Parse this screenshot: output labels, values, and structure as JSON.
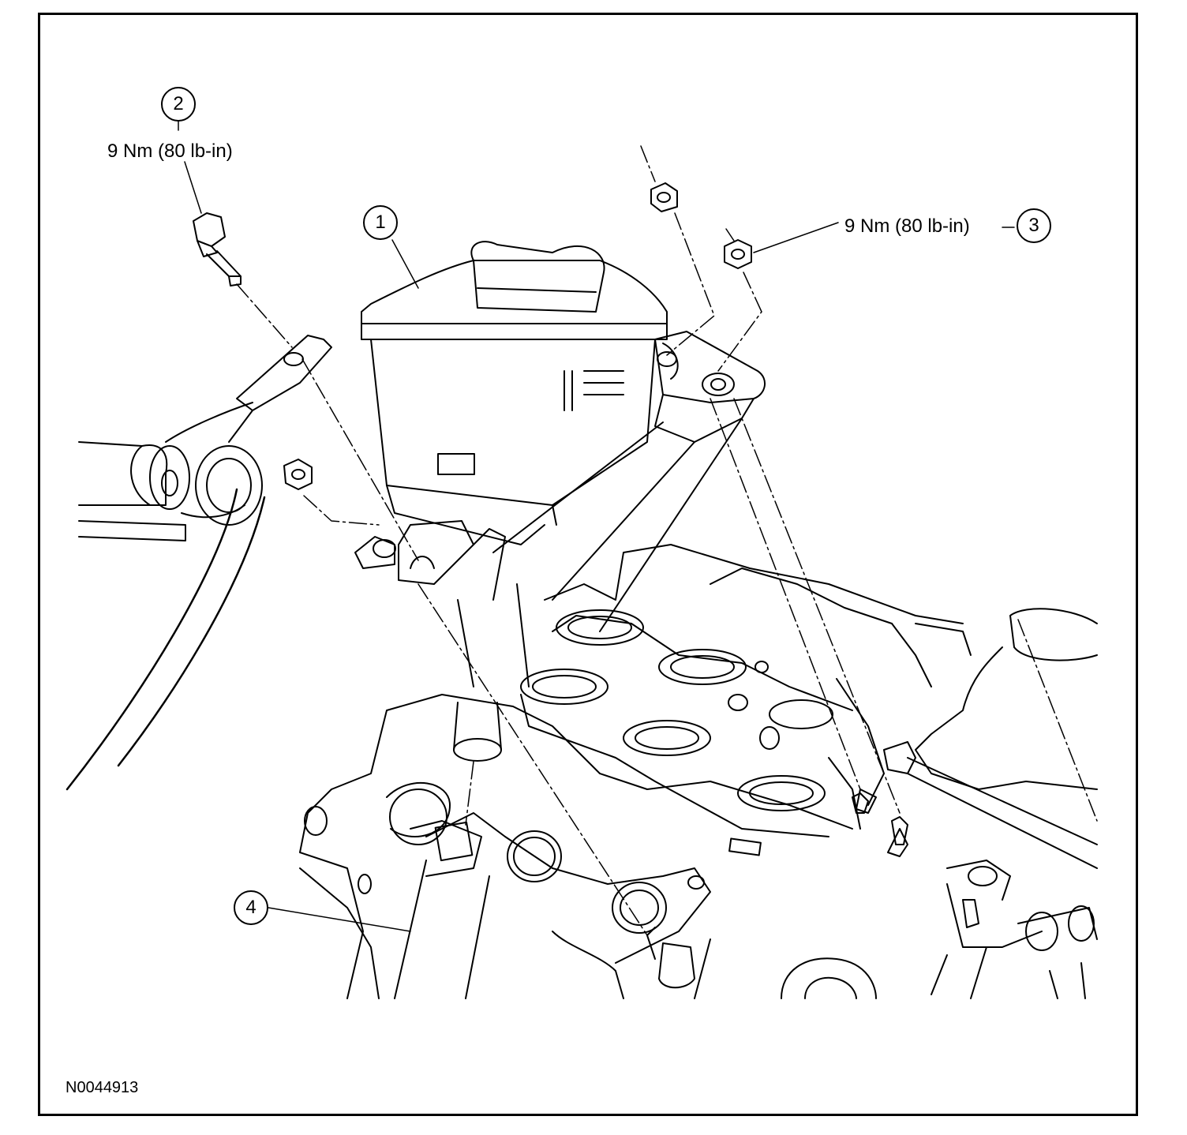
{
  "figure": {
    "id": "N0044913",
    "callouts": [
      {
        "number": "1"
      },
      {
        "number": "2",
        "torque": "9 Nm (80 lb-in)"
      },
      {
        "number": "3",
        "torque": "9 Nm (80 lb-in)"
      },
      {
        "number": "4"
      }
    ]
  }
}
